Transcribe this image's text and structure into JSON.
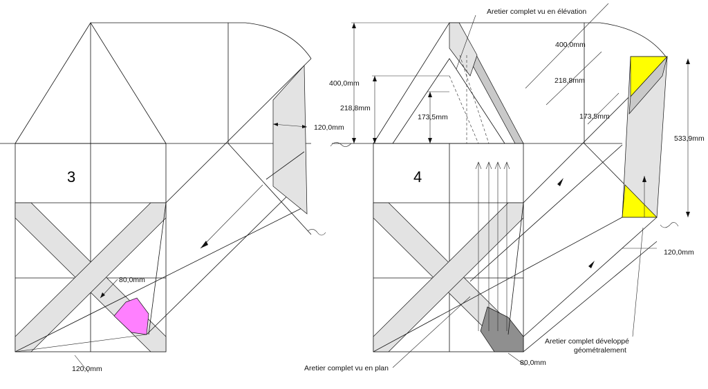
{
  "colors": {
    "yellow": "#ffff00",
    "magenta": "#ff80ff",
    "light_gray": "#e3e3e3",
    "mid_gray": "#c9c9c9",
    "dark_gray": "#8f8f8f"
  },
  "views": {
    "left": {
      "label": "3",
      "dims": {
        "width_120": "120,0mm",
        "width_80": "80,0mm",
        "bottom_120": "120,0mm"
      }
    },
    "right": {
      "label": "4",
      "dims": {
        "h400": "400,0mm",
        "h218": "218,8mm",
        "h173": "173,5mm",
        "d400": "400,0mm",
        "d218": "218,8mm",
        "d173": "173,5mm",
        "h533": "533,9mm",
        "w120": "120,0mm",
        "w80": "80,0mm"
      },
      "annotations": {
        "elevation": "Aretier complet vu en élévation",
        "plan": "Aretier complet vu en plan",
        "developed_line1": "Aretier complet développé",
        "developed_line2": "géométralement"
      }
    }
  }
}
